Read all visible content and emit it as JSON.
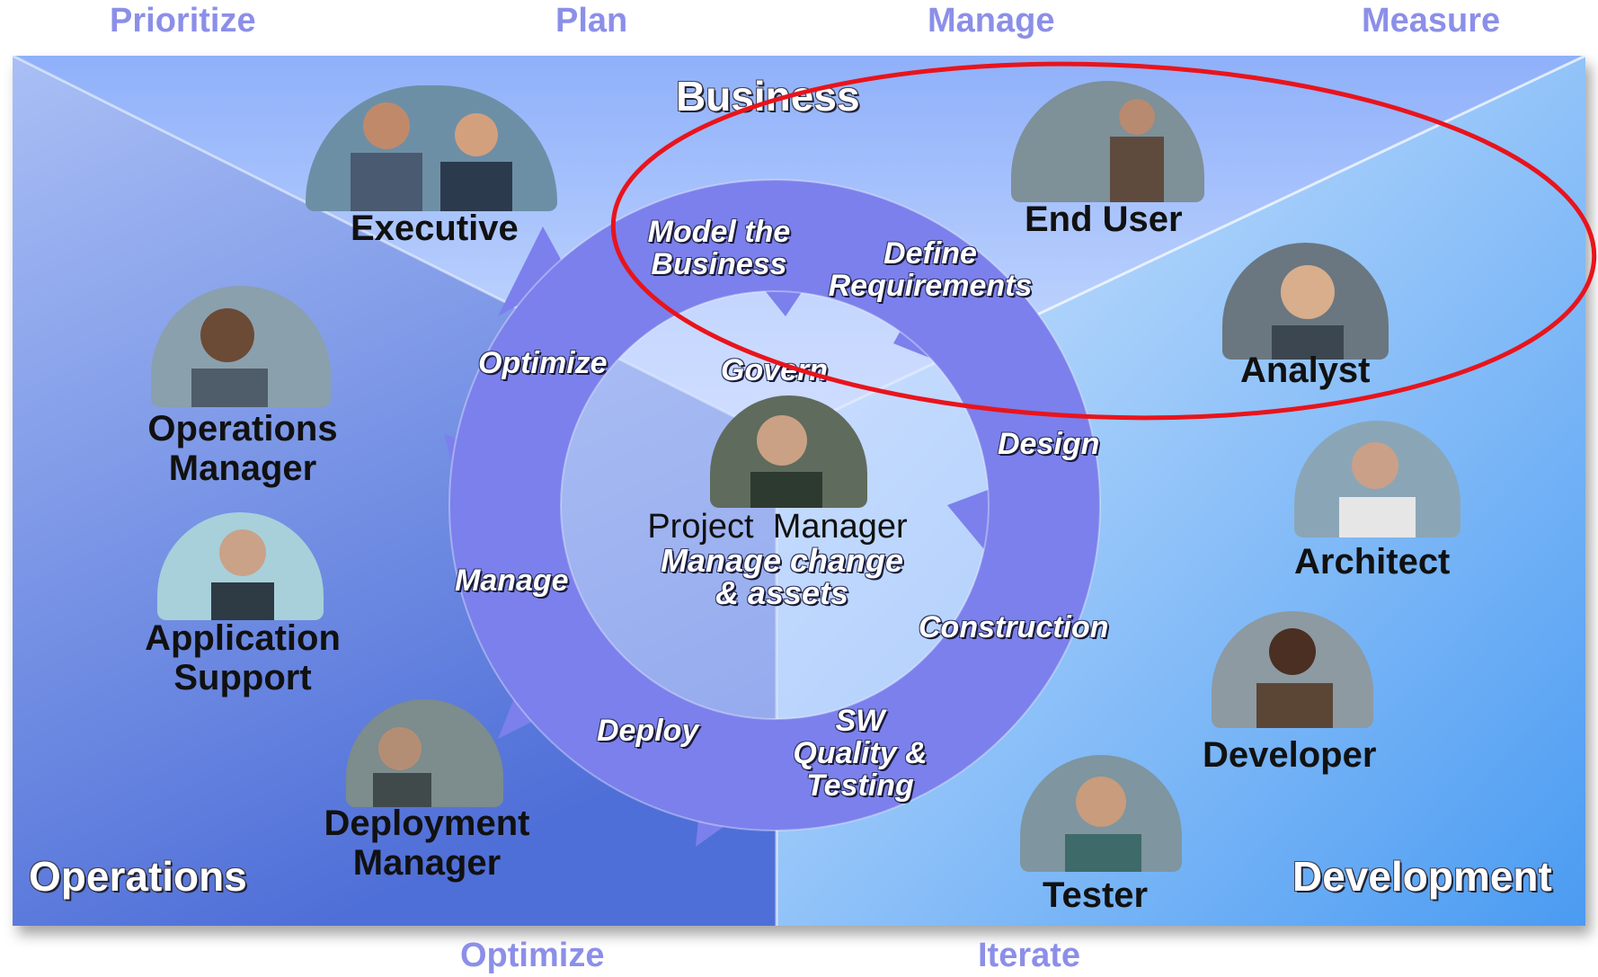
{
  "top_labels": [
    "Prioritize",
    "Plan",
    "Manage",
    "Measure"
  ],
  "bottom_labels": [
    "Optimize",
    "Iterate"
  ],
  "zones": {
    "business": "Business",
    "operations": "Operations",
    "development": "Development"
  },
  "roles": {
    "executive": "Executive",
    "end_user": "End User",
    "analyst": "Analyst",
    "operations_manager": [
      "Operations",
      "Manager"
    ],
    "application_support": [
      "Application",
      "Support"
    ],
    "deployment_manager": [
      "Deployment",
      "Manager"
    ],
    "architect": "Architect",
    "developer": "Developer",
    "tester": "Tester",
    "project_manager": "Project  Manager"
  },
  "cycle_steps": {
    "model": [
      "Model the",
      "Business"
    ],
    "define": [
      "Define",
      "Requirements"
    ],
    "design": "Design",
    "construction": "Construction",
    "quality": [
      "SW",
      "Quality &",
      "Testing"
    ],
    "deploy": "Deploy",
    "manage": "Manage",
    "optimize": "Optimize",
    "govern": "Govern"
  },
  "center_text": [
    "Manage change",
    "& assets"
  ],
  "colors": {
    "header_label": "#8c8fe8",
    "cycle_arrow": "#7b80ec",
    "highlight_ellipse": "#e8141c",
    "panel_light": "#c9dcff",
    "panel_dark": "#5f82e0"
  }
}
